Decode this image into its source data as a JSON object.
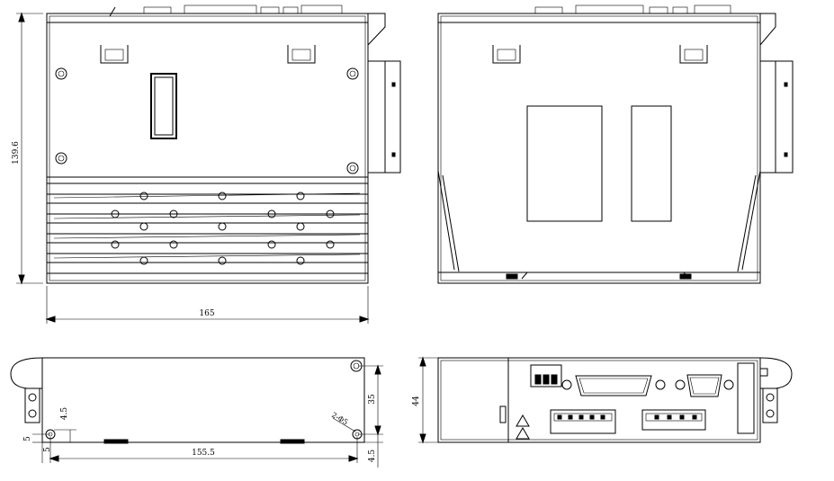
{
  "dimensions": {
    "height_front": "139.6",
    "width_front": "165",
    "bottom_width": "155.5",
    "bottom_left_v1": "4.5",
    "bottom_left_v2": "5",
    "bottom_left_h": "5",
    "bottom_right_h1": "35",
    "bottom_right_h2": "4.5",
    "hole_label": "2-Φ5",
    "end_height": "44"
  },
  "colors": {
    "line": "#000000",
    "background": "#ffffff"
  }
}
